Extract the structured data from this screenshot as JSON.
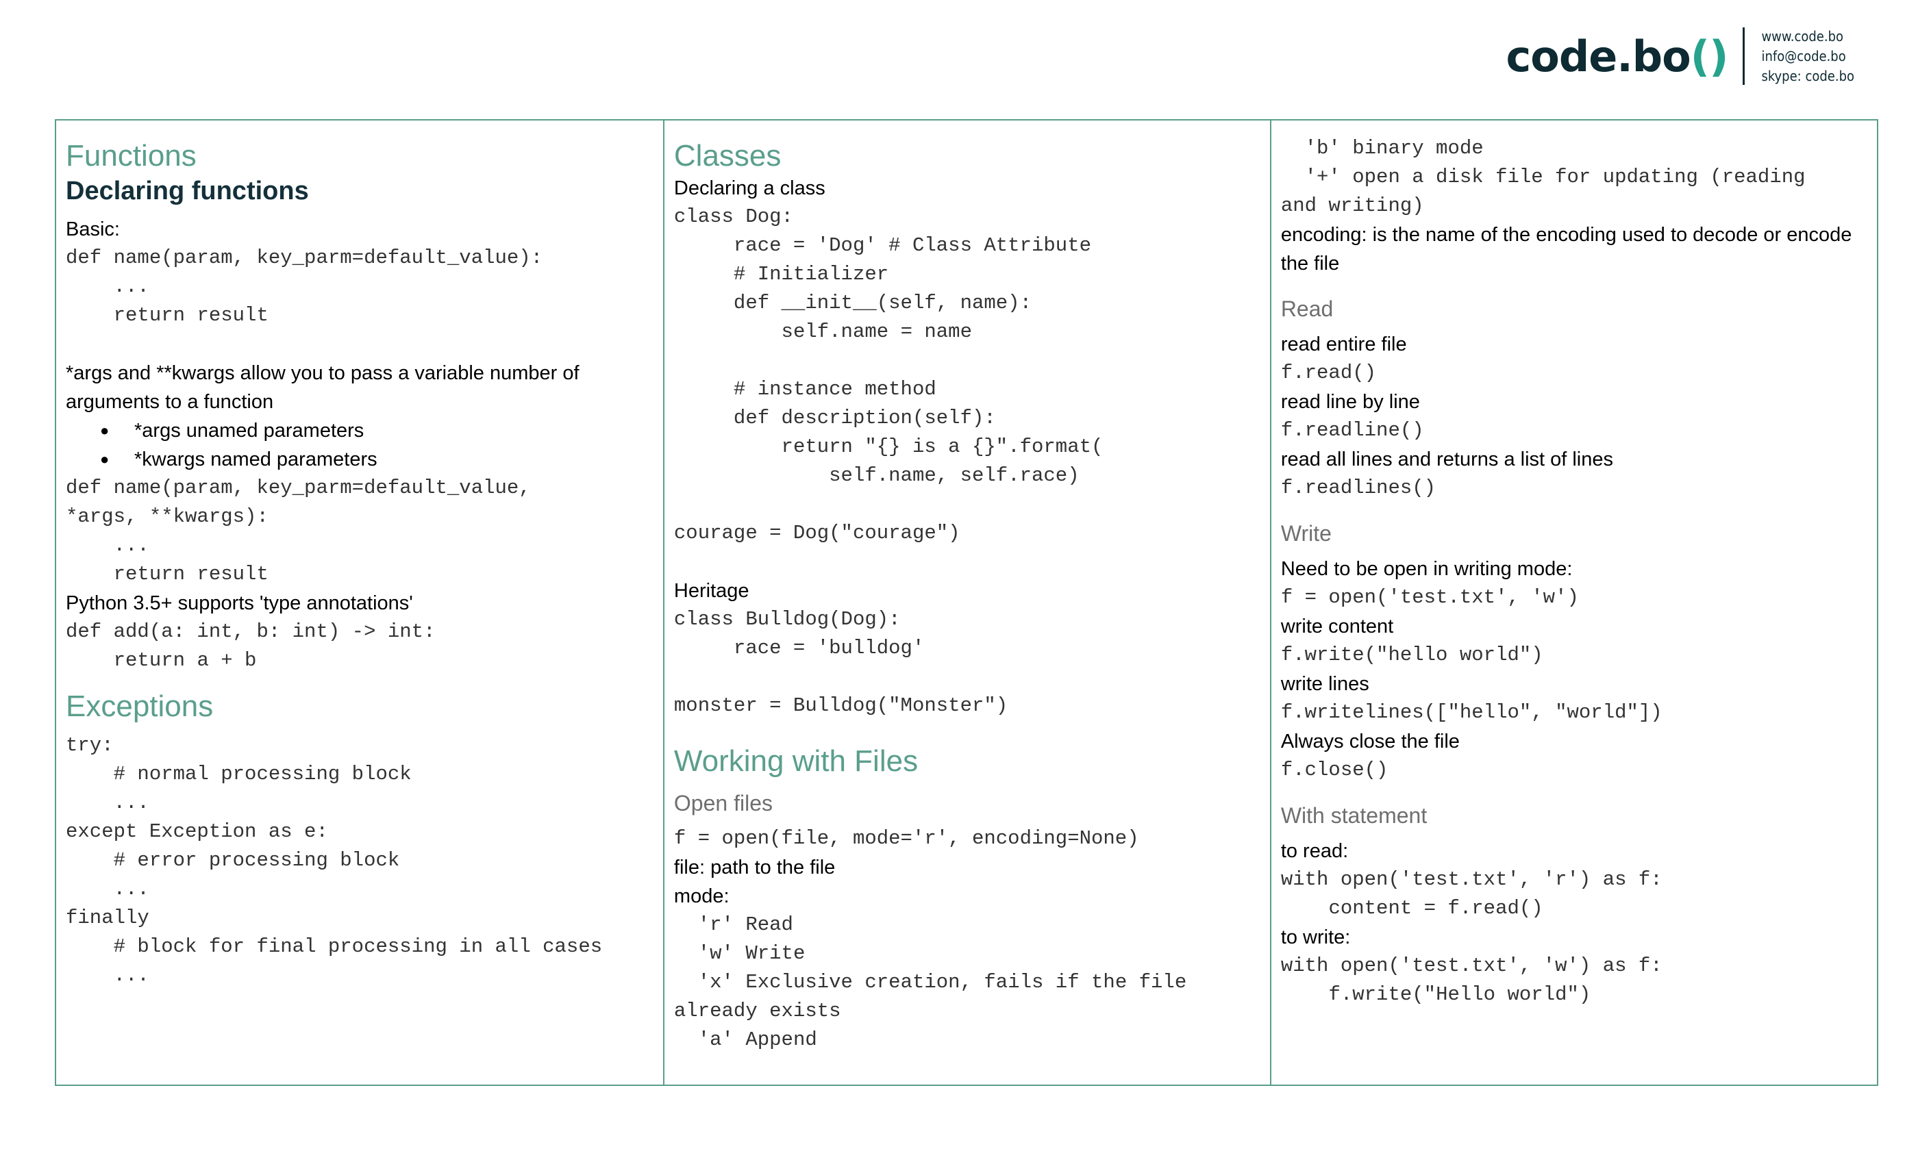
{
  "brand": {
    "logo_text": "code.bo",
    "logo_parens": "()",
    "website": "www.code.bo",
    "email": "info@code.bo",
    "skype": "skype: code.bo",
    "accent_color": "#26a38c",
    "heading_color": "#5a9e8c"
  },
  "col1": {
    "title": "Functions",
    "subtitle": "Declaring functions",
    "basic_label": "Basic:",
    "basic_code": "def name(param, key_parm=default_value):\n    ...\n    return result",
    "args_text": "*args and **kwargs allow you to pass a variable number of arguments to a function",
    "bullets": [
      "*args unamed parameters",
      "*kwargs named parameters"
    ],
    "args_code": "def name(param, key_parm=default_value,\n*args, **kwargs):\n    ...\n    return result",
    "types_text": "Python 3.5+ supports 'type annotations'",
    "types_code": "def add(a: int, b: int) -> int:\n    return a + b",
    "exceptions_title": "Exceptions",
    "exceptions_code": "try:\n    # normal processing block\n    ...\nexcept Exception as e:\n    # error processing block\n    ...\nfinally\n    # block for final processing in all cases\n    ..."
  },
  "col2": {
    "title": "Classes",
    "declaring_label": "Declaring a class",
    "class_code": "class Dog:\n     race = 'Dog' # Class Attribute\n     # Initializer\n     def __init__(self, name):\n         self.name = name\n\n     # instance method\n     def description(self):\n         return \"{} is a {}\".format(\n             self.name, self.race)\n\ncourage = Dog(\"courage\")",
    "heritage_label": "Heritage",
    "heritage_code": "class Bulldog(Dog):\n     race = 'bulldog'\n\nmonster = Bulldog(\"Monster\")",
    "files_title": "Working with Files",
    "open_title": "Open files",
    "open_code": "f = open(file, mode='r', encoding=None)",
    "file_text": "file: path to the file",
    "mode_text": "mode:",
    "mode_code": "  'r' Read\n  'w' Write\n  'x' Exclusive creation, fails if the file\nalready exists\n  'a' Append"
  },
  "col3": {
    "mode_code_cont": "  'b' binary mode\n  '+' open a disk file for updating (reading\nand writing)",
    "encoding_text": "encoding: is the name of the encoding used to decode or encode the file",
    "read_title": "Read",
    "read_entire": "read entire file",
    "read_entire_code": "f.read()",
    "read_line": "read line by line",
    "read_line_code": "f.readline()",
    "read_lines": "read all lines and returns a list of lines",
    "read_lines_code": "f.readlines()",
    "write_title": "Write",
    "write_mode": "Need to be open in writing mode:",
    "write_mode_code": "f = open('test.txt', 'w')",
    "write_content": "write content",
    "write_content_code": "f.write(\"hello world\")",
    "write_lines": "write lines",
    "write_lines_code": "f.writelines([\"hello\", \"world\"])",
    "close_text": "Always close the file",
    "close_code": "f.close()",
    "with_title": "With statement",
    "to_read": "to read:",
    "to_read_code": "with open('test.txt', 'r') as f:\n    content = f.read()",
    "to_write": "to write:",
    "to_write_code": "with open('test.txt', 'w') as f:\n    f.write(\"Hello world\")"
  }
}
